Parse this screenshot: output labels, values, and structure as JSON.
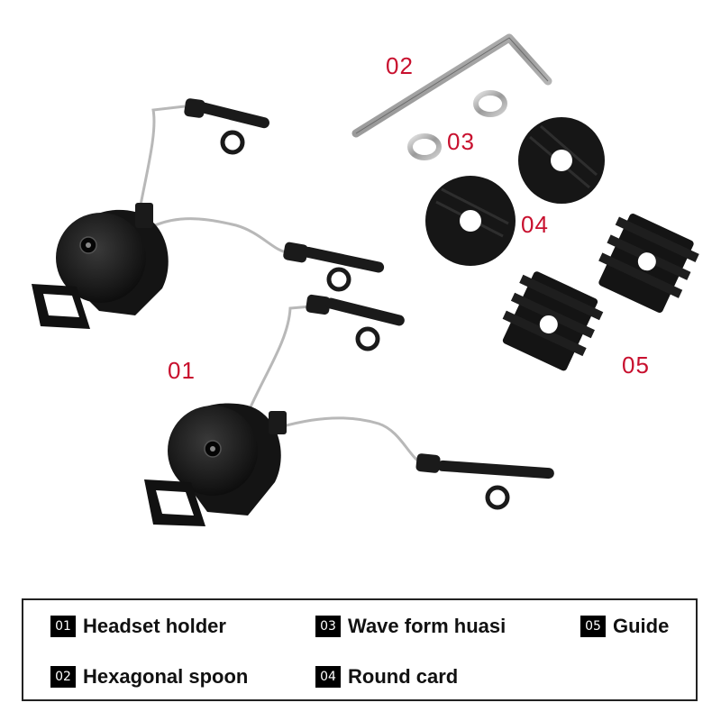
{
  "callouts": {
    "c01": "01",
    "c02": "02",
    "c03": "03",
    "c04": "04",
    "c05": "05"
  },
  "legend": {
    "items": [
      {
        "num": "01",
        "label": "Headset holder"
      },
      {
        "num": "02",
        "label": "Hexagonal spoon"
      },
      {
        "num": "03",
        "label": "Wave form huasi"
      },
      {
        "num": "04",
        "label": "Round card"
      },
      {
        "num": "05",
        "label": "Guide"
      }
    ]
  },
  "colors": {
    "callout": "#c8102e",
    "part": "#1a1a1a",
    "wire": "#b8b8b8",
    "badge": "#000000"
  }
}
